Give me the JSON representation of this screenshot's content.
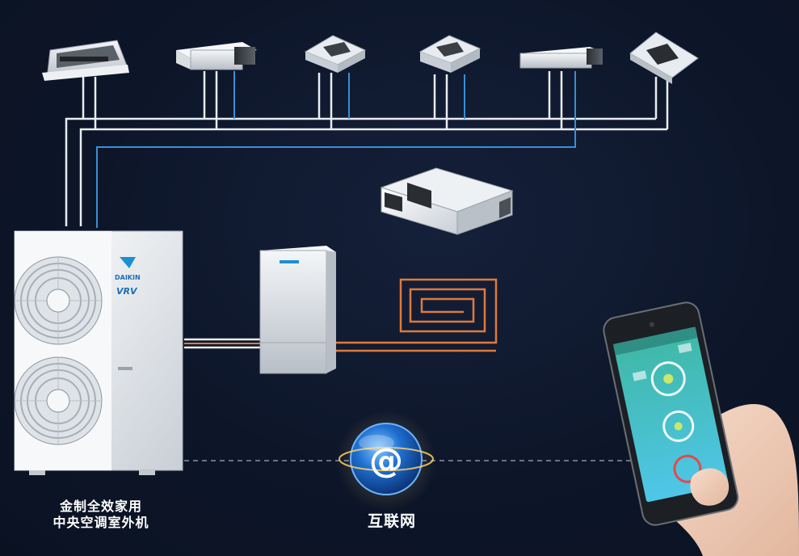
{
  "outdoor_unit": {
    "caption_line1": "金制全效家用",
    "caption_line2": "中央空调室外机",
    "logo_text": "DAIKIN",
    "badge_text": "VRV"
  },
  "internet": {
    "caption": "互联网",
    "symbol": "@"
  },
  "colors": {
    "background": "#0d1629",
    "refrigerant_pipe": "#e8edf2",
    "signal_line": "#3a8fd6",
    "floor_heating_pipe": "#e07a3a",
    "network_line": "#8a94a6"
  }
}
